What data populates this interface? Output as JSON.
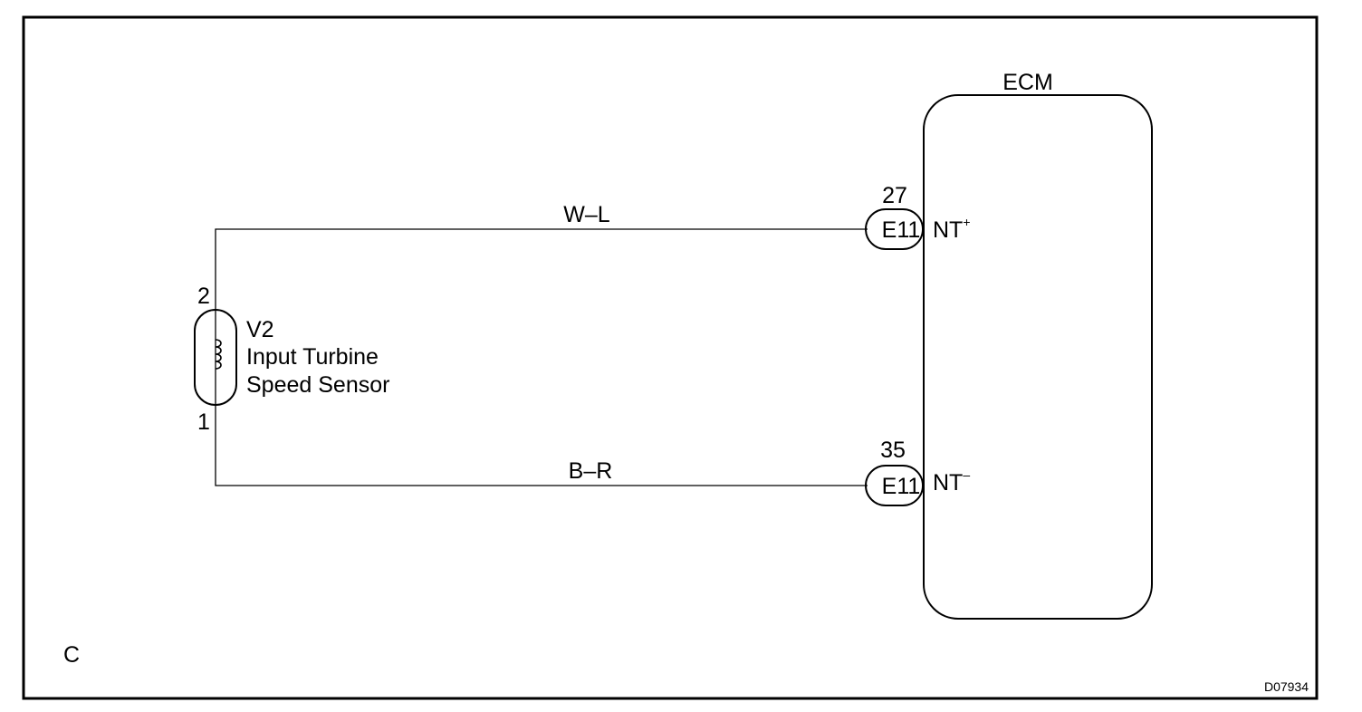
{
  "diagram": {
    "ecm_label": "ECM",
    "sensor": {
      "code": "V2",
      "name_line1": "Input Turbine",
      "name_line2": "Speed Sensor",
      "pin_top": "2",
      "pin_bottom": "1"
    },
    "wires": [
      {
        "color_code": "W–L",
        "ecm_pin": "27",
        "connector": "E11",
        "signal": "NT",
        "signal_sup": "+"
      },
      {
        "color_code": "B–R",
        "ecm_pin": "35",
        "connector": "E11",
        "signal": "NT",
        "signal_sup": "–"
      }
    ],
    "corner_letter": "C",
    "figure_id": "D07934"
  }
}
